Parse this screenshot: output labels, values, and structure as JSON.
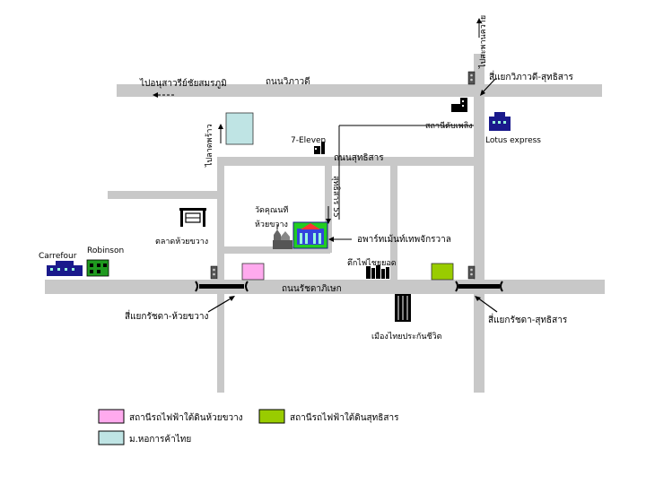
{
  "roads": {
    "vibhavadi": "ถนนวิภาวดี",
    "sutthisan": "ถนนสุทธิสาร",
    "ratchadaphisek": "ถนนรัชดาภิเษก",
    "to_victory_monument": "ไปอนุสาวรีย์ชัยสมรภูมิ",
    "to_saphan_khwai": "ไปสะพานควาย",
    "to_lat_phrao": "ไปลาดพร้าว",
    "soi_sutthisan_55": "สุทธิสาร 55"
  },
  "intersections": {
    "vibhavadi_sutthisan": "สี่แยกวิภาวดี-สุทธิสาร",
    "ratchada_huai_khwang": "สี่แยกรัชดา-ห้วยขวาง",
    "ratchada_sutthisan": "สี่แยกรัชดา-สุทธิสาร"
  },
  "places": {
    "seven_eleven": "7-Eleven",
    "fire_station": "สถานีดับเพลิง",
    "lotus_express": "Lotus express",
    "wat_khunnon": "วัดคุณนที",
    "wat_khunnon_sub": "ห้วยขวาง",
    "apartment": "อพาร์ทเม้นท์เทพจักรวาล",
    "huai_khwang_market": "ตลาดห้วยขวาง",
    "carrefour": "Carrefour",
    "robinson": "Robinson",
    "fai_chai_building": "ตึกไฟไชยยอด",
    "muang_thai_life": "เมืองไทยประกันชีวิต"
  },
  "legend": {
    "huai_khwang_station": "สถานีรถไฟฟ้าใต้ดินห้วยขวาง",
    "sutthisan_station": "สถานีรถไฟฟ้าใต้ดินสุทธิสาร",
    "utcc": "ม.หอการค้าไทย"
  },
  "colors": {
    "road": "#c8c8c8",
    "huai_khwang_station": "#ffaaee",
    "sutthisan_station": "#99cc00",
    "utcc": "#bfe4e4",
    "building_blue": "#1a1a8c",
    "robinson_green": "#1f9a1f",
    "apartment_green": "#22cc22",
    "apartment_blue": "#3344dd",
    "traffic_light": "#555555"
  }
}
